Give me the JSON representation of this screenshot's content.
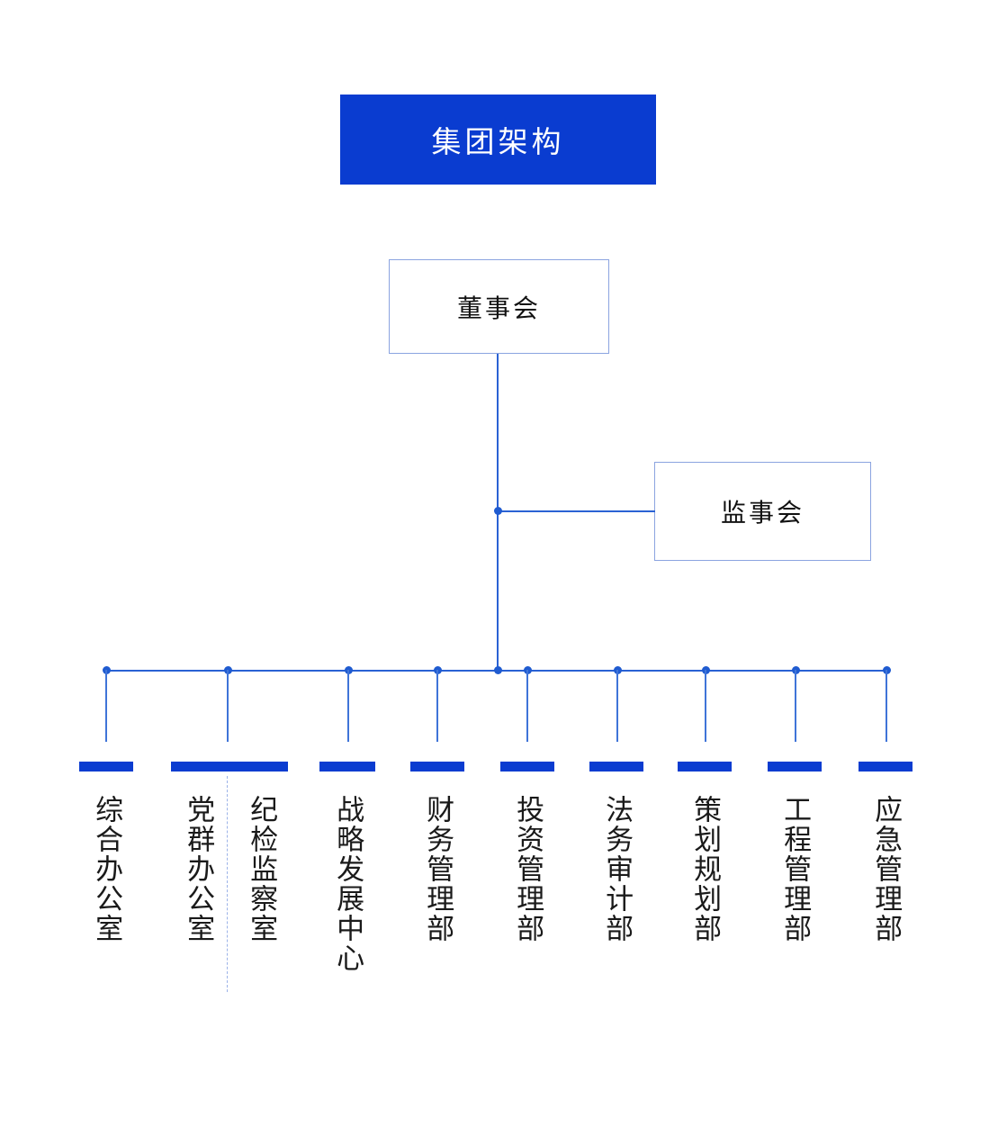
{
  "colors": {
    "brand_blue": "#0a3cd0",
    "connector_blue": "#2a62d4",
    "box_border": "#8ba4e0",
    "dashed_divider": "#9bb2e8",
    "text_dark": "#1a1a1a",
    "text_on_brand": "#ffffff",
    "background": "#ffffff"
  },
  "title": {
    "label": "集团架构"
  },
  "nodes": {
    "board_of_directors": {
      "label": "董事会"
    },
    "board_of_supervisors": {
      "label": "监事会"
    }
  },
  "departments": [
    {
      "label": "综合办公室"
    },
    {
      "label": "党群办公室"
    },
    {
      "label": "纪检监察室"
    },
    {
      "label": "战略发展中心"
    },
    {
      "label": "财务管理部"
    },
    {
      "label": "投资管理部"
    },
    {
      "label": "法务审计部"
    },
    {
      "label": "策划规划部"
    },
    {
      "label": "工程管理部"
    },
    {
      "label": "应急管理部"
    }
  ],
  "chart_data": {
    "type": "diagram",
    "title": "集团架构",
    "orientation": "top-down organizational chart",
    "levels": [
      {
        "level": 1,
        "nodes": [
          "集团架构"
        ]
      },
      {
        "level": 2,
        "nodes": [
          "董事会"
        ]
      },
      {
        "level": 3,
        "nodes": [
          "监事会"
        ]
      },
      {
        "level": 4,
        "nodes": [
          "综合办公室",
          "党群办公室",
          "纪检监察室",
          "战略发展中心",
          "财务管理部",
          "投资管理部",
          "法务审计部",
          "策划规划部",
          "工程管理部",
          "应急管理部"
        ]
      }
    ],
    "edges": [
      {
        "from": "董事会",
        "to": "监事会"
      },
      {
        "from": "董事会",
        "to": "综合办公室"
      },
      {
        "from": "董事会",
        "to": "党群办公室"
      },
      {
        "from": "董事会",
        "to": "纪检监察室"
      },
      {
        "from": "董事会",
        "to": "战略发展中心"
      },
      {
        "from": "董事会",
        "to": "财务管理部"
      },
      {
        "from": "董事会",
        "to": "投资管理部"
      },
      {
        "from": "董事会",
        "to": "法务审计部"
      },
      {
        "from": "董事会",
        "to": "策划规划部"
      },
      {
        "from": "董事会",
        "to": "工程管理部"
      },
      {
        "from": "董事会",
        "to": "应急管理部"
      }
    ],
    "notes": "党群办公室 and 纪检监察室 share a single wide blue header bar separated by a dashed vertical divider."
  }
}
